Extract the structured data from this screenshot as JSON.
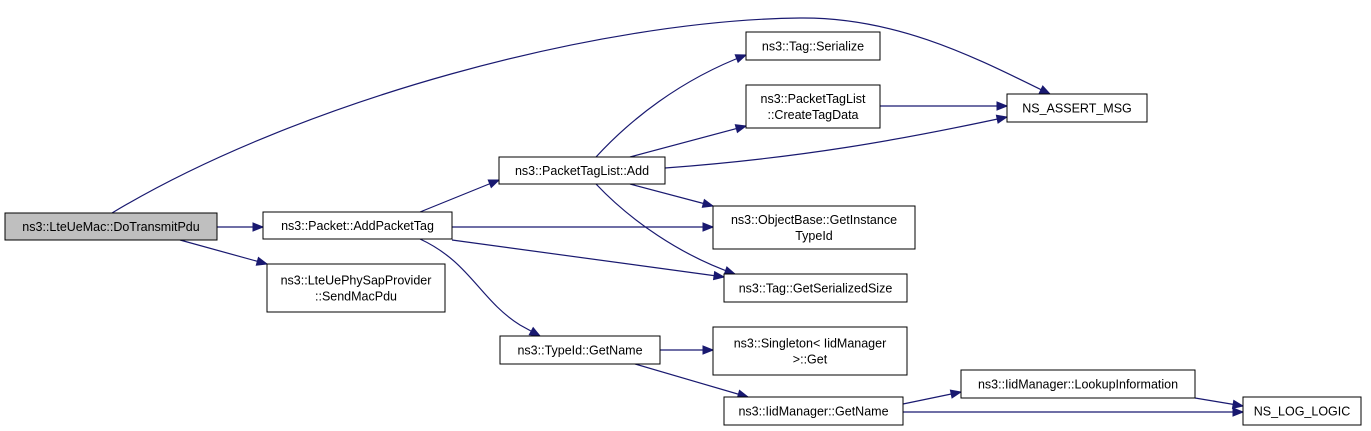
{
  "diagram": {
    "type": "call-graph",
    "nodes": [
      {
        "id": "n0",
        "lines": [
          "ns3::LteUeMac::DoTransmitPdu"
        ],
        "highlight": true
      },
      {
        "id": "n1",
        "lines": [
          "ns3::Packet::AddPacketTag"
        ]
      },
      {
        "id": "n2",
        "lines": [
          "NS_ASSERT_MSG"
        ]
      },
      {
        "id": "n3",
        "lines": [
          "ns3::LteUePhySapProvider",
          "::SendMacPdu"
        ]
      },
      {
        "id": "n4",
        "lines": [
          "ns3::PacketTagList::Add"
        ]
      },
      {
        "id": "n5",
        "lines": [
          "ns3::ObjectBase::GetInstance",
          "TypeId"
        ]
      },
      {
        "id": "n6",
        "lines": [
          "ns3::Tag::GetSerializedSize"
        ]
      },
      {
        "id": "n7",
        "lines": [
          "ns3::TypeId::GetName"
        ]
      },
      {
        "id": "n8",
        "lines": [
          "ns3::Tag::Serialize"
        ]
      },
      {
        "id": "n9",
        "lines": [
          "ns3::PacketTagList",
          "::CreateTagData"
        ]
      },
      {
        "id": "n10",
        "lines": [
          "ns3::Singleton< IidManager",
          " >::Get"
        ]
      },
      {
        "id": "n11",
        "lines": [
          "ns3::IidManager::GetName"
        ]
      },
      {
        "id": "n12",
        "lines": [
          "ns3::IidManager::LookupInformation"
        ]
      },
      {
        "id": "n13",
        "lines": [
          "NS_LOG_LOGIC"
        ]
      }
    ],
    "edges": [
      {
        "from": "n0",
        "to": "n1"
      },
      {
        "from": "n0",
        "to": "n2"
      },
      {
        "from": "n0",
        "to": "n3"
      },
      {
        "from": "n1",
        "to": "n4"
      },
      {
        "from": "n1",
        "to": "n5"
      },
      {
        "from": "n1",
        "to": "n6"
      },
      {
        "from": "n1",
        "to": "n7"
      },
      {
        "from": "n4",
        "to": "n8"
      },
      {
        "from": "n4",
        "to": "n9"
      },
      {
        "from": "n4",
        "to": "n2"
      },
      {
        "from": "n4",
        "to": "n5"
      },
      {
        "from": "n4",
        "to": "n6"
      },
      {
        "from": "n9",
        "to": "n2"
      },
      {
        "from": "n7",
        "to": "n10"
      },
      {
        "from": "n7",
        "to": "n11"
      },
      {
        "from": "n11",
        "to": "n12"
      },
      {
        "from": "n11",
        "to": "n13"
      },
      {
        "from": "n12",
        "to": "n13"
      }
    ],
    "colors": {
      "edge": "#191970",
      "node_border": "#000000",
      "root_fill": "#bfbfbf",
      "node_fill": "#ffffff"
    }
  }
}
